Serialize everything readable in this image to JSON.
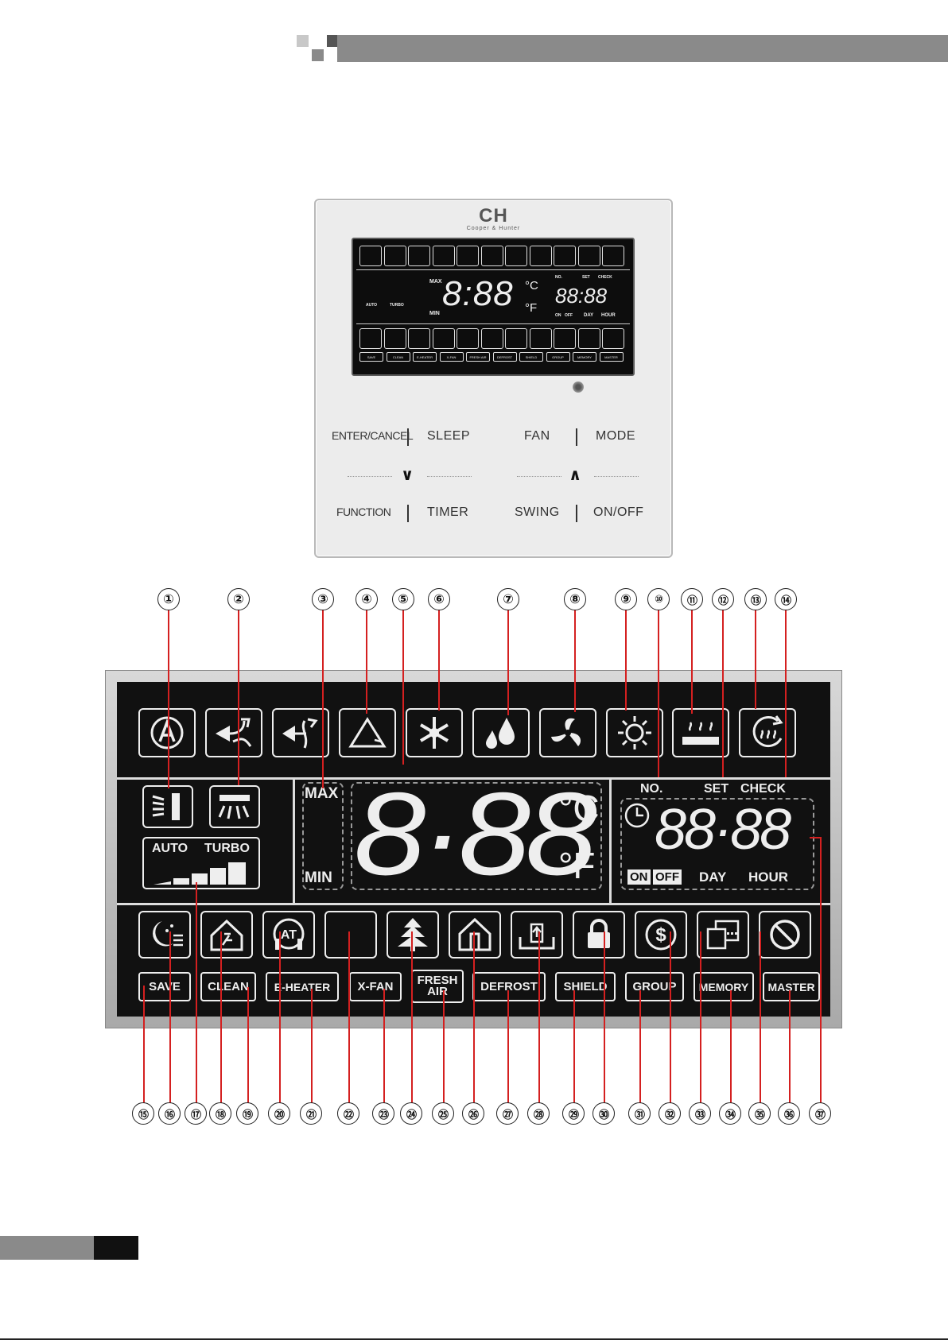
{
  "logo": {
    "brand": "CH",
    "sub": "Cooper & Hunter"
  },
  "mini_lcd": {
    "max": "MAX",
    "min": "MIN",
    "digits": "8:88",
    "celsius": "°C",
    "fahrenheit": "°F",
    "no": "NO.",
    "set": "SET",
    "check": "CHECK",
    "clock": "88:88",
    "day": "DAY",
    "hour": "HOUR",
    "auto": "AUTO",
    "turbo": "TURBO",
    "on": "ON",
    "off": "OFF",
    "labels": [
      "SAVE",
      "CLEAN",
      "E-HEATER",
      "X-FAN",
      "FRESH AIR",
      "DEFROST",
      "SHIELD",
      "GROUP",
      "MEMORY",
      "MASTER"
    ]
  },
  "buttons": {
    "enter_cancel": "ENTER/CANCEL",
    "sleep": "SLEEP",
    "fan": "FAN",
    "mode": "MODE",
    "down": "∨",
    "up": "∧",
    "function": "FUNCTION",
    "timer": "TIMER",
    "swing": "SWING",
    "on_off": "ON/OFF"
  },
  "lcd": {
    "auto": "AUTO",
    "turbo": "TURBO",
    "max": "MAX",
    "min": "MIN",
    "temp_digits": "8·88",
    "celsius": "°C",
    "fahrenheit": "°F",
    "no": "NO.",
    "set": "SET",
    "check": "CHECK",
    "clock_digits": "88·88",
    "on": "ON",
    "off": "OFF",
    "day": "DAY",
    "hour": "HOUR",
    "labels": {
      "save": "SAVE",
      "clean": "CLEAN",
      "e_heater": "E-HEATER",
      "x_fan": "X-FAN",
      "fresh": "FRESH",
      "air": "AIR",
      "defrost": "DEFROST",
      "shield": "SHIELD",
      "group": "GROUP",
      "memory": "MEMORY",
      "master": "MASTER"
    }
  },
  "callouts_top": [
    "①",
    "②",
    "③",
    "④",
    "⑤",
    "⑥",
    "⑦",
    "⑧",
    "⑨",
    "⑩",
    "⑪",
    "⑫",
    "⑬",
    "⑭"
  ],
  "callouts_bottom": [
    "⑮",
    "⑯",
    "⑰",
    "⑱",
    "⑲",
    "⑳",
    "㉑",
    "㉒",
    "㉓",
    "㉔",
    "㉕",
    "㉖",
    "㉗",
    "㉘",
    "㉙",
    "㉚",
    "㉛",
    "㉜",
    "㉝",
    "㉞",
    "㉟",
    "㊱",
    "㊲"
  ]
}
